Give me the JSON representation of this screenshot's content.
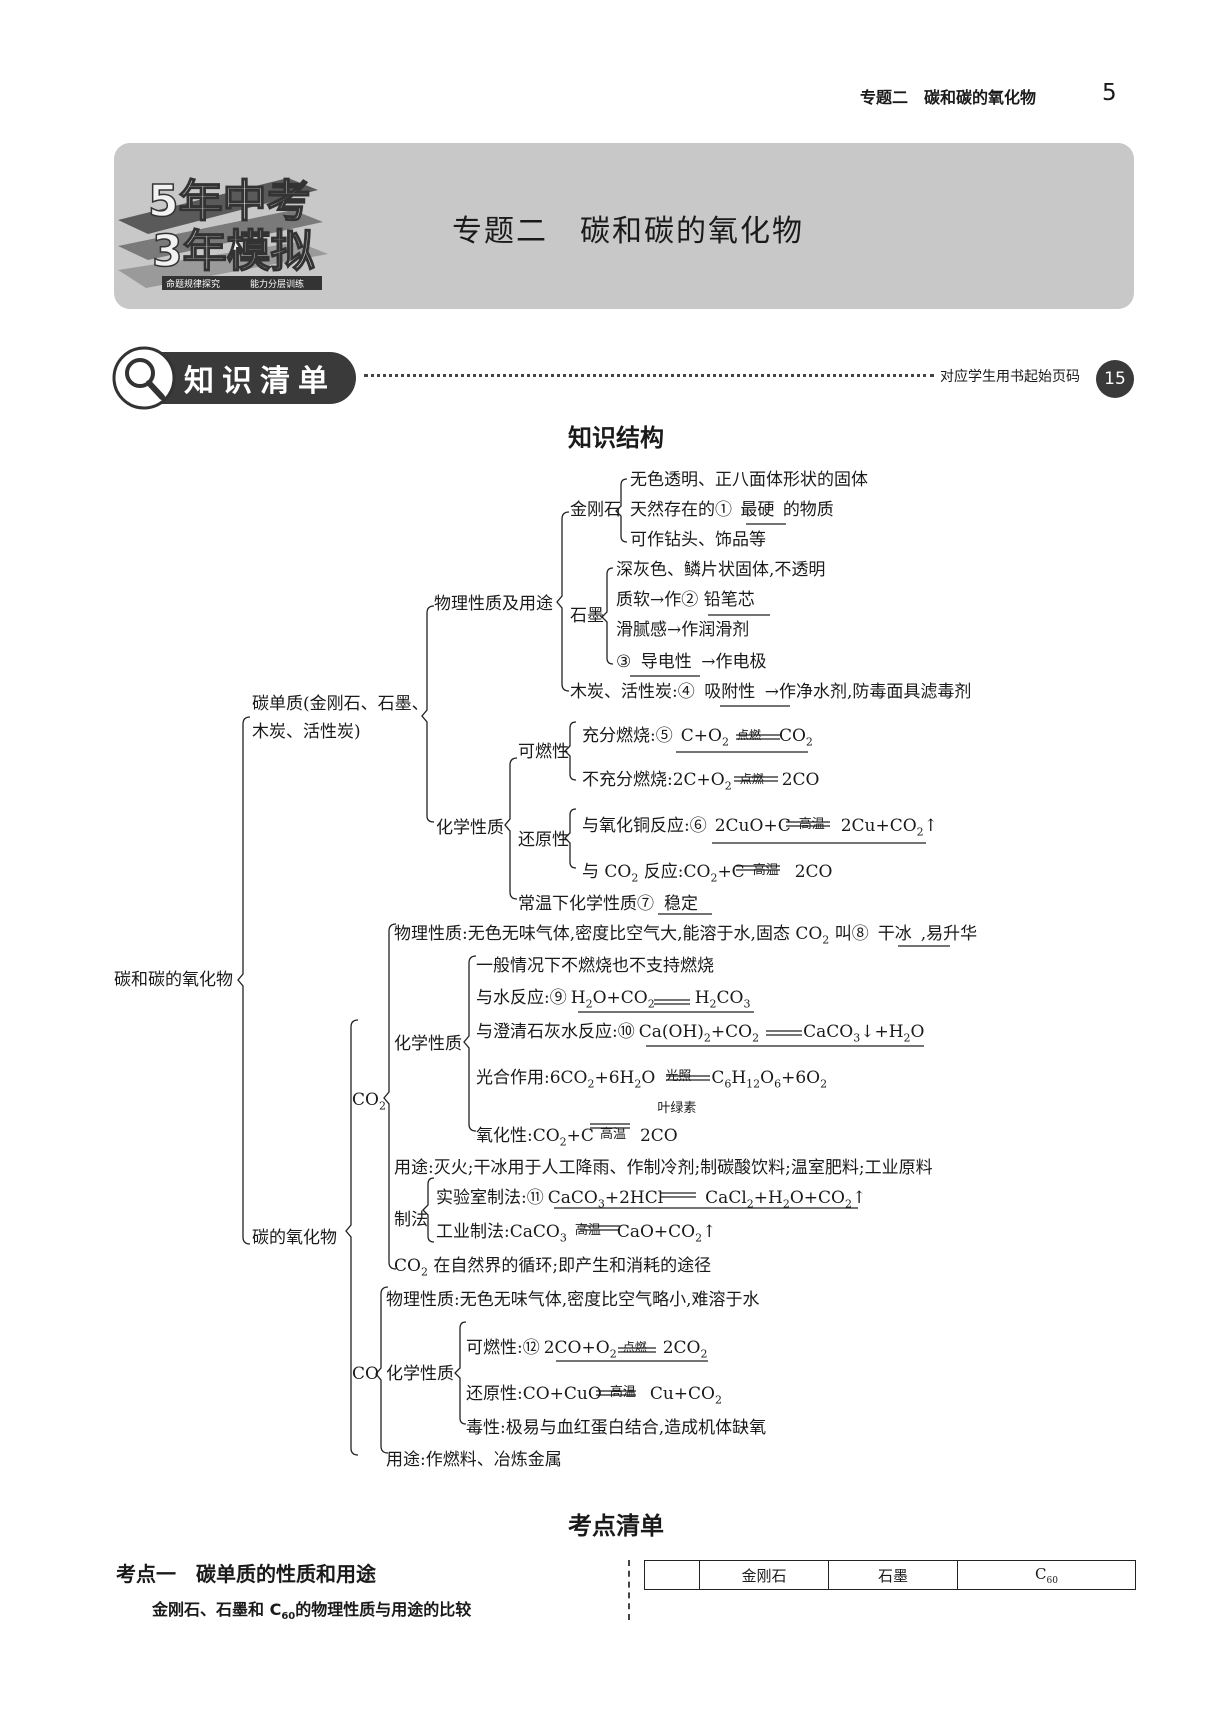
{
  "header": {
    "running_title": "专题二　碳和碳的氧化物",
    "page_number": "5"
  },
  "banner": {
    "title": "专题二　碳和碳的氧化物",
    "logo_line1": "5年中考",
    "logo_line2": "3年模拟",
    "logo_small_left": "命题规律探究",
    "logo_small_right": "能力分层训练"
  },
  "section": {
    "label": "知识清单",
    "start_page_note": "对应学生用书起始页码",
    "start_page": "15"
  },
  "structure_heading": "知识结构",
  "tree": {
    "root": "碳和碳的氧化物",
    "carbon": "碳单质(金刚石、石墨、",
    "carbon2": "木炭、活性炭)",
    "phys": "物理性质及用途",
    "diamond": "金刚石",
    "d1": "无色透明、正八面体形状的固体",
    "d2a": "天然存在的①",
    "d2b": "最硬",
    "d2c": "的物质",
    "d3": "可作钻头、饰品等",
    "graphite": "石墨",
    "g1": "深灰色、鳞片状固体,不透明",
    "g2a": "质软→作②",
    "g2b": "铅笔芯",
    "g3": "滑腻感→作润滑剂",
    "g4a": "③",
    "g4b": "导电性",
    "g4c": "→作电极",
    "charcoal_a": "木炭、活性炭:④",
    "charcoal_b": "吸附性",
    "charcoal_c": "→作净水剂,防毒面具滤毒剂",
    "chem": "化学性质",
    "flam": "可燃性",
    "full_a": "充分燃烧:⑤",
    "full_l": "C+O",
    "full_s": "2",
    "full_c": "点燃",
    "full_r": "CO",
    "full_rs": "2",
    "part_a": "不充分燃烧:2C+O",
    "part_s": "2",
    "part_c": "点燃",
    "part_r": "2CO",
    "red": "还原性",
    "cuo_a": "与氧化铜反应:⑥",
    "cuo_l": "2CuO+C",
    "cuo_c": "高温",
    "cuo_r": "2Cu+CO",
    "cuo_rs": "2",
    "cuo_up": "↑",
    "co2r_a": "与 CO",
    "co2r_s": "2",
    "co2r_b": " 反应:CO",
    "co2r_s2": "2",
    "co2r_c": "+C",
    "co2r_cond": "高温",
    "co2r_r": "2CO",
    "stable_a": "常温下化学性质⑦",
    "stable_b": "稳定",
    "oxides": "碳的氧化物",
    "co2": "CO",
    "co2_sub": "2",
    "co2_phys_a": "物理性质:无色无味气体,密度比空气大,能溶于水,固态 CO",
    "co2_phys_s": "2",
    "co2_phys_b": " 叫⑧",
    "co2_phys_c": "干冰",
    "co2_phys_d": ",易升华",
    "co2_chem": "化学性质",
    "c1": "一般情况下不燃烧也不支持燃烧",
    "c2_a": "与水反应:⑨",
    "c2_l": "H",
    "c2_l1": "2",
    "c2_l2": "O+CO",
    "c2_l3": "2",
    "c2_r": "H",
    "c2_r1": "2",
    "c2_r2": "CO",
    "c2_r3": "3",
    "c3_a": "与澄清石灰水反应:⑩",
    "c3_l": "Ca(OH)",
    "c3_l1": "2",
    "c3_l2": "+CO",
    "c3_l3": "2",
    "c3_r": "CaCO",
    "c3_r1": "3",
    "c3_r2": "↓+H",
    "c3_r3": "2",
    "c3_r4": "O",
    "c4_a": "光合作用:6CO",
    "c4_a1": "2",
    "c4_a2": "+6H",
    "c4_a3": "2",
    "c4_a4": "O",
    "c4_top": "光照",
    "c4_bot": "叶绿素",
    "c4_r": "C",
    "c4_r1": "6",
    "c4_r2": "H",
    "c4_r3": "12",
    "c4_r4": "O",
    "c4_r5": "6",
    "c4_r6": "+6O",
    "c4_r7": "2",
    "c5_a": "氧化性:CO",
    "c5_a1": "2",
    "c5_a2": "+C",
    "c5_c": "高温",
    "c5_r": "2CO",
    "use": "用途:灭火;干冰用于人工降雨、作制冷剂;制碳酸饮料;温室肥料;工业原料",
    "prep": "制法",
    "lab_a": "实验室制法:⑪",
    "lab_l": "CaCO",
    "lab_l1": "3",
    "lab_l2": "+2HCl",
    "lab_r": "CaCl",
    "lab_r1": "2",
    "lab_r2": "+H",
    "lab_r3": "2",
    "lab_r4": "O+CO",
    "lab_r5": "2",
    "lab_r6": "↑",
    "ind_a": "工业制法:CaCO",
    "ind_a1": "3",
    "ind_c": "高温",
    "ind_r": "CaO+CO",
    "ind_r1": "2",
    "ind_r2": "↑",
    "cycle_a": "CO",
    "cycle_s": "2",
    "cycle_b": " 在自然界的循环;即产生和消耗的途径",
    "co": "CO",
    "co_phys": "物理性质:无色无味气体,密度比空气略小,难溶于水",
    "co_chem": "化学性质",
    "co_f_a": "可燃性:⑫",
    "co_f_l": "2CO+O",
    "co_f_l1": "2",
    "co_f_c": "点燃",
    "co_f_r": "2CO",
    "co_f_r1": "2",
    "co_r_a": "还原性:CO+CuO",
    "co_r_c": "高温",
    "co_r_r": "Cu+CO",
    "co_r_r1": "2",
    "co_t": "毒性:极易与血红蛋白结合,造成机体缺氧",
    "co_use": "用途:作燃料、冶炼金属"
  },
  "exam_list": {
    "heading": "考点清单",
    "point1_title": "考点一　碳单质的性质和用途",
    "point1_sub_a": "金刚石、石墨和 C",
    "point1_sub_s": "60",
    "point1_sub_b": "的物理性质与用途的比较",
    "table_headers": [
      "",
      "金刚石",
      "石墨",
      "C"
    ],
    "table_c60_sub": "60"
  }
}
